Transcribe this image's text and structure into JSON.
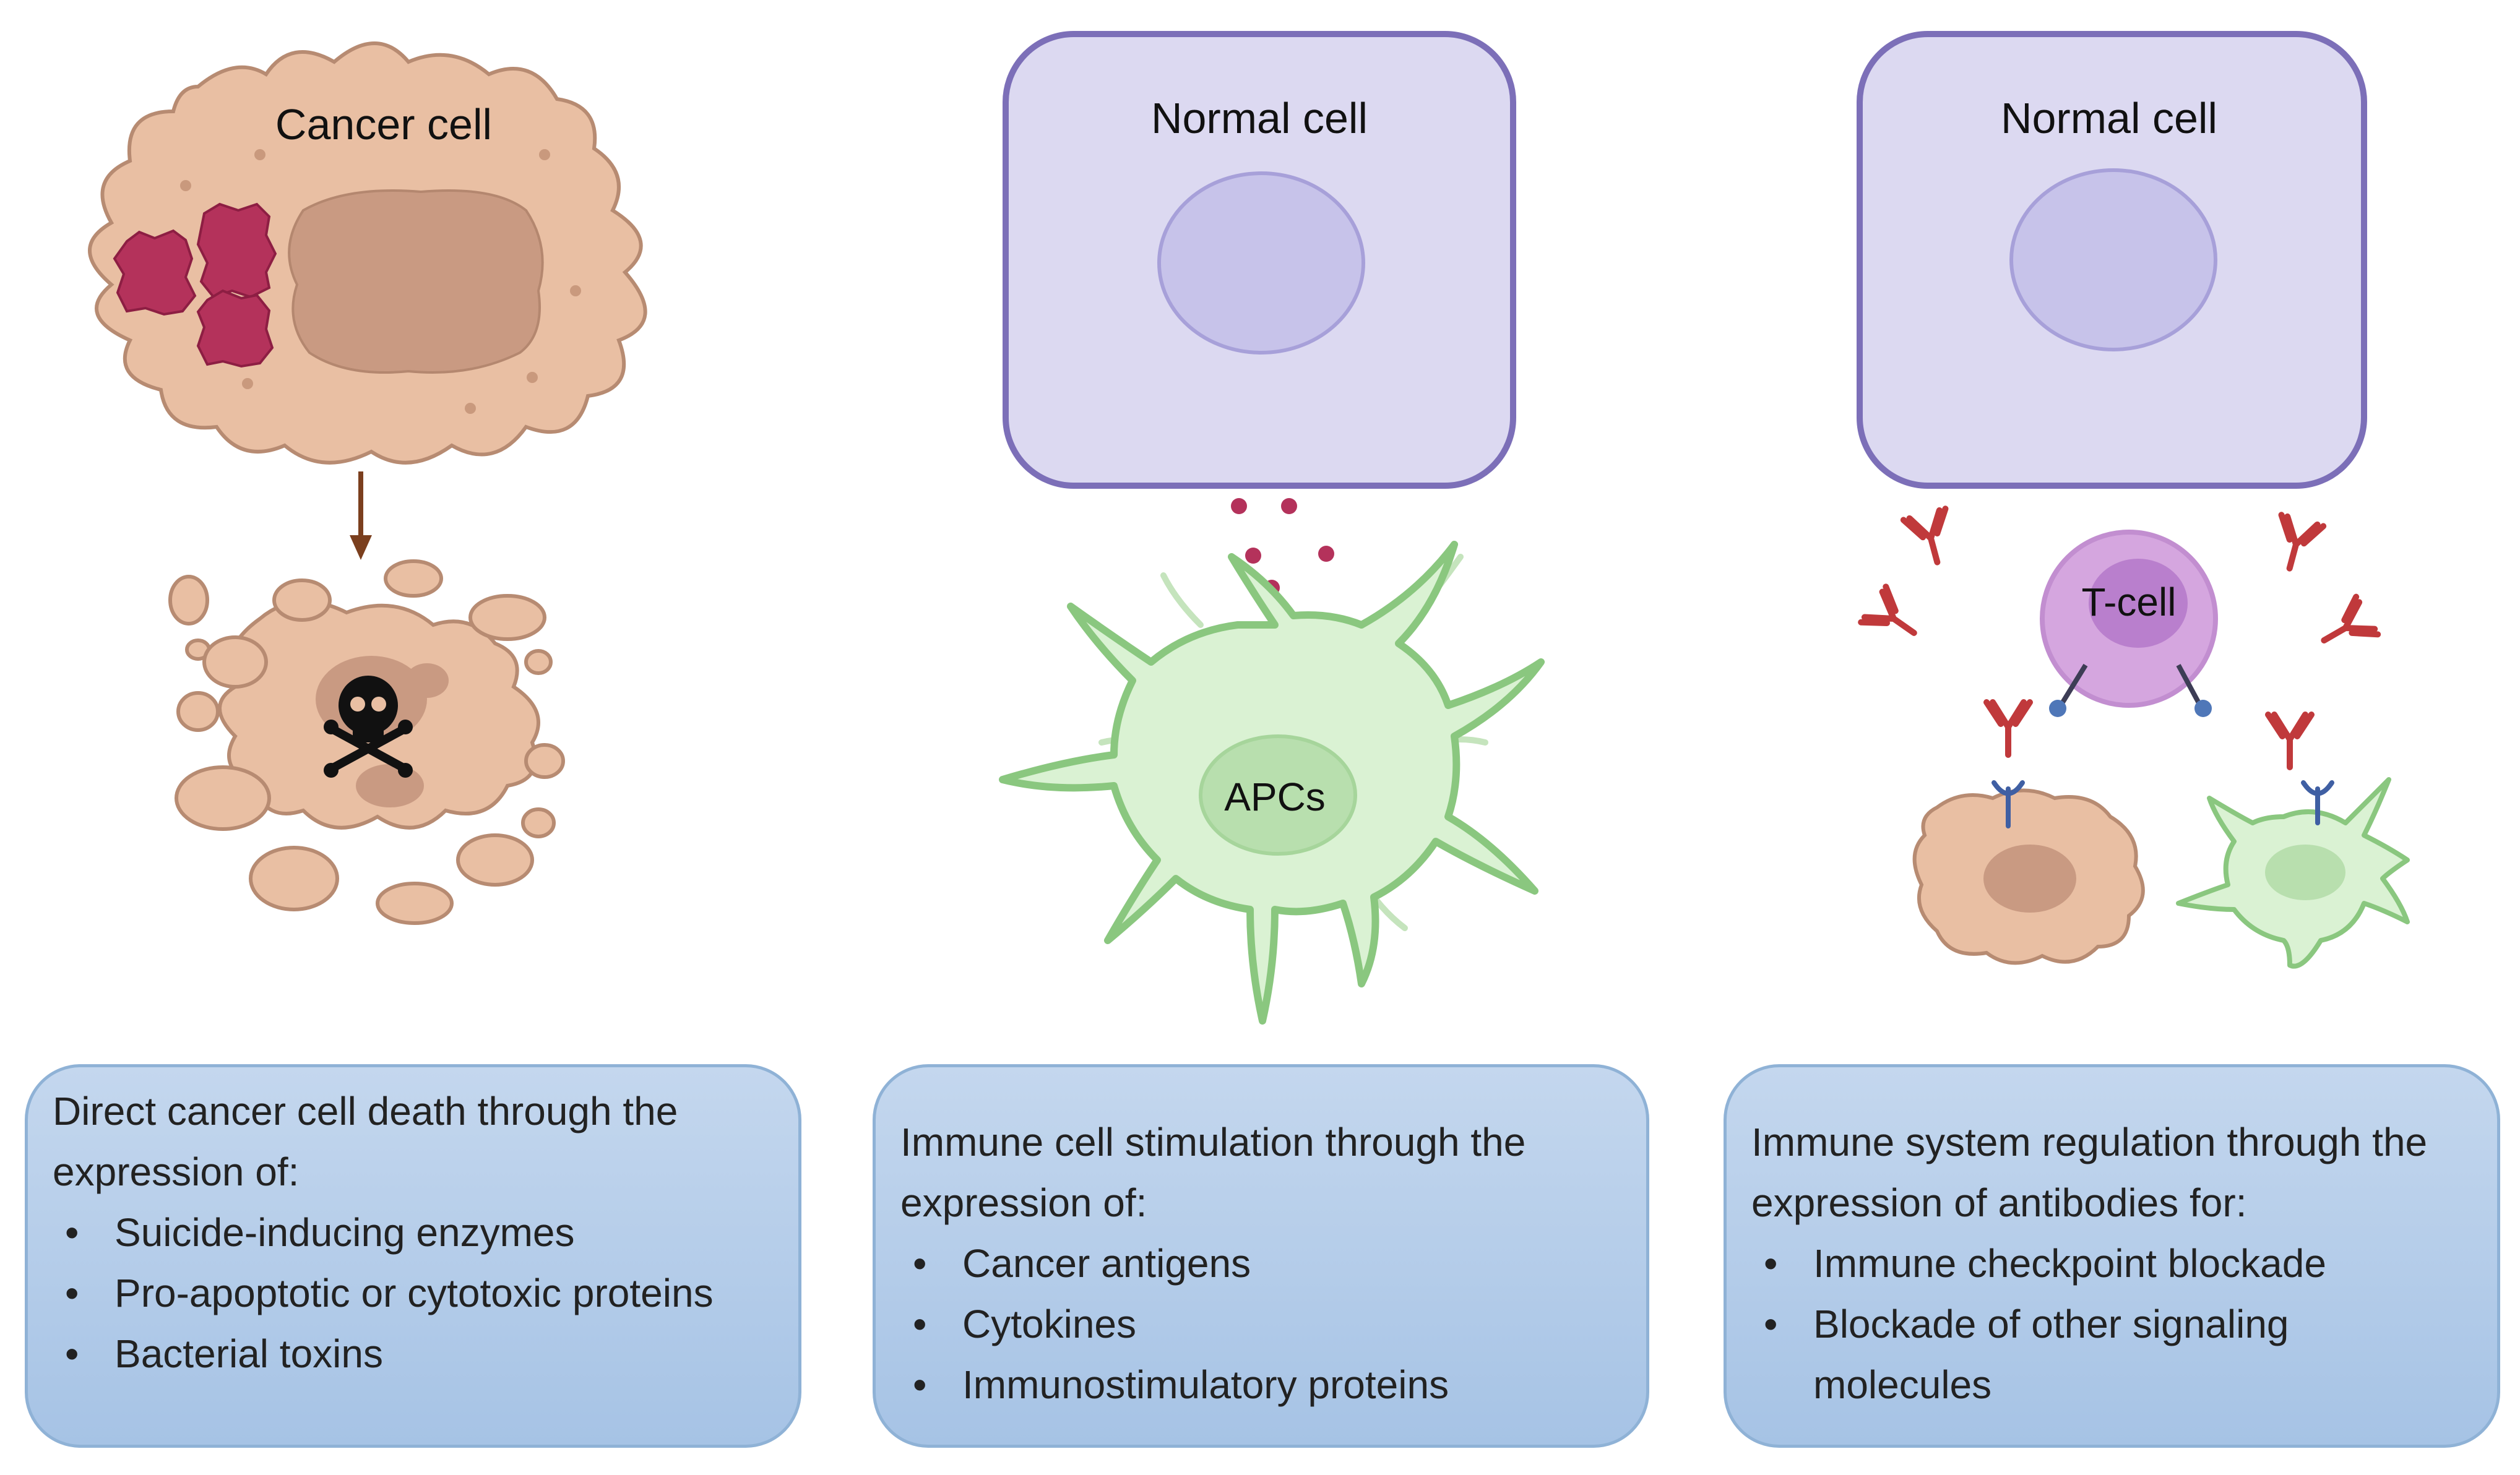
{
  "panels": [
    {
      "cell_label": "Cancer cell",
      "description": {
        "intro": "Direct cancer cell death through the expression of:",
        "bullets": [
          "Suicide-inducing enzymes",
          "Pro-apoptotic or cytotoxic proteins",
          "Bacterial toxins"
        ]
      }
    },
    {
      "cell_label": "Normal cell",
      "immune_cell_label": "APCs",
      "description": {
        "intro": "Immune cell stimulation through the expression of:",
        "bullets": [
          "Cancer antigens",
          "Cytokines",
          "Immunostimulatory proteins"
        ]
      }
    },
    {
      "cell_label": "Normal cell",
      "immune_cell_label": "T-cell",
      "description": {
        "intro": "Immune system regulation through the expression of antibodies for:",
        "bullets": [
          "Immune checkpoint blockade",
          "Blockade of other signaling molecules"
        ]
      }
    }
  ],
  "colors": {
    "cancer_cell": "#e9bfa3",
    "cancer_nucleus": "#c99a82",
    "bacteria": "#b4325b",
    "normal_cell": "#dcd9f1",
    "normal_border": "#7c6fb8",
    "apc_cell": "#daf2d3",
    "apc_border": "#8ac77f",
    "tcell": "#cfa0d9",
    "antibody": "#c0393b",
    "receptor": "#3f5fa3",
    "text_box": "#a6c3e5"
  },
  "icons": [
    "skull-crossbones-icon",
    "down-arrow-icon",
    "antibody-icon",
    "receptor-icon"
  ]
}
